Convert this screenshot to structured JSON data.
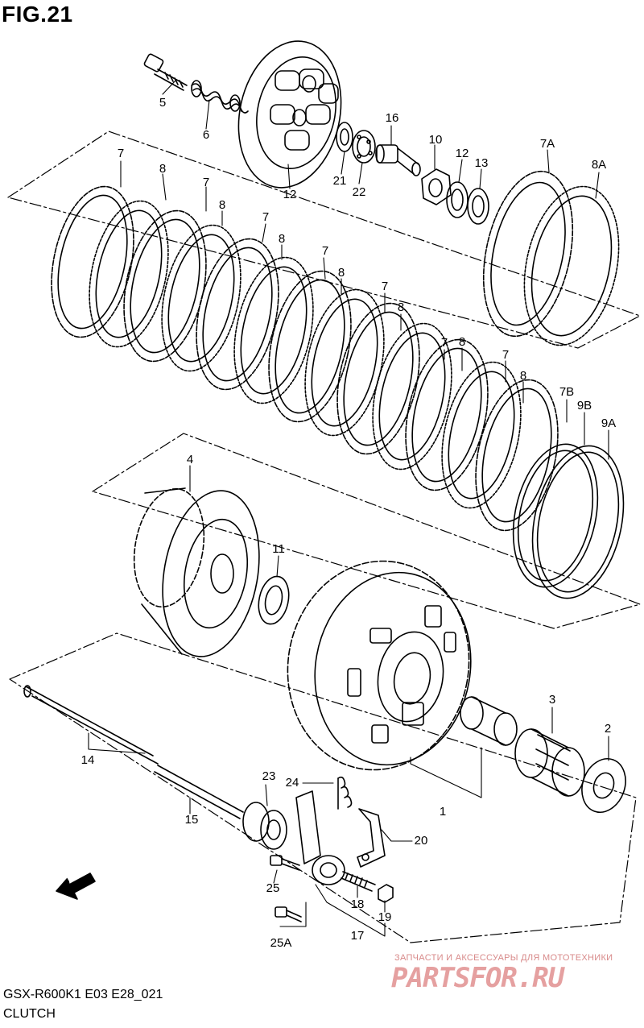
{
  "figure": {
    "title": "FIG.21",
    "model_code": "GSX-R600K1 E03 E28_021",
    "section_name": "CLUTCH",
    "fwd_label": "FWD"
  },
  "callouts": [
    {
      "id": "p5",
      "label": "5"
    },
    {
      "id": "p6",
      "label": "6"
    },
    {
      "id": "p12",
      "label": "12"
    },
    {
      "id": "p21",
      "label": "21"
    },
    {
      "id": "p22",
      "label": "22"
    },
    {
      "id": "p16",
      "label": "16"
    },
    {
      "id": "p10",
      "label": "10"
    },
    {
      "id": "p12b",
      "label": "12"
    },
    {
      "id": "p13",
      "label": "13"
    },
    {
      "id": "p7A",
      "label": "7A"
    },
    {
      "id": "p8A",
      "label": "8A"
    },
    {
      "id": "p7a",
      "label": "7"
    },
    {
      "id": "p8a",
      "label": "8"
    },
    {
      "id": "p7b",
      "label": "7"
    },
    {
      "id": "p8b",
      "label": "8"
    },
    {
      "id": "p7c",
      "label": "7"
    },
    {
      "id": "p8c",
      "label": "8"
    },
    {
      "id": "p7d",
      "label": "7"
    },
    {
      "id": "p8d",
      "label": "8"
    },
    {
      "id": "p7e",
      "label": "7"
    },
    {
      "id": "p8e",
      "label": "8"
    },
    {
      "id": "p7f",
      "label": "7"
    },
    {
      "id": "p8f",
      "label": "8"
    },
    {
      "id": "p7g",
      "label": "7"
    },
    {
      "id": "p8g",
      "label": "8"
    },
    {
      "id": "p7B",
      "label": "7B"
    },
    {
      "id": "p9B",
      "label": "9B"
    },
    {
      "id": "p9A",
      "label": "9A"
    },
    {
      "id": "p4",
      "label": "4"
    },
    {
      "id": "p11",
      "label": "11"
    },
    {
      "id": "p3",
      "label": "3"
    },
    {
      "id": "p2",
      "label": "2"
    },
    {
      "id": "p1",
      "label": "1"
    },
    {
      "id": "p14",
      "label": "14"
    },
    {
      "id": "p15",
      "label": "15"
    },
    {
      "id": "p23",
      "label": "23"
    },
    {
      "id": "p24",
      "label": "24"
    },
    {
      "id": "p20",
      "label": "20"
    },
    {
      "id": "p25",
      "label": "25"
    },
    {
      "id": "p18",
      "label": "18"
    },
    {
      "id": "p19",
      "label": "19"
    },
    {
      "id": "p25A",
      "label": "25A"
    },
    {
      "id": "p17",
      "label": "17"
    }
  ],
  "watermark": {
    "tagline": "ЗАПЧАСТИ И АКСЕССУАРЫ ДЛЯ МОТОТЕХНИКИ",
    "logo": "PARTSFOR.RU",
    "color": "#e5a0a0"
  }
}
